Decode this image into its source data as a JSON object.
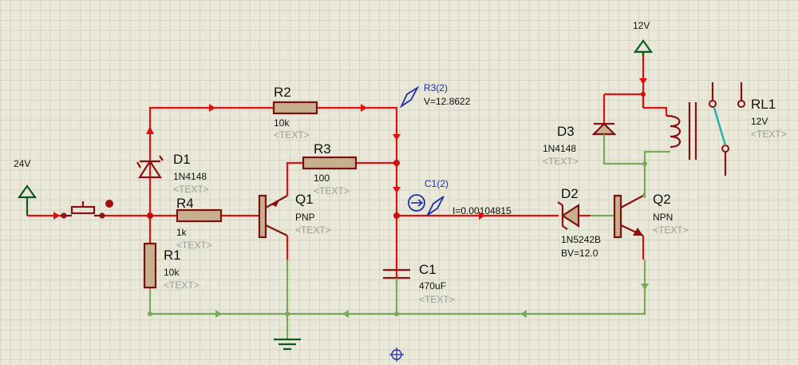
{
  "components": {
    "source24": {
      "label": "24V"
    },
    "source12": {
      "label": "12V"
    },
    "R2": {
      "ref": "R2",
      "value": "10k",
      "text": "<TEXT>"
    },
    "R3": {
      "ref": "R3",
      "value": "100",
      "text": "<TEXT>"
    },
    "R4": {
      "ref": "R4",
      "value": "1k",
      "text": "<TEXT>"
    },
    "R1": {
      "ref": "R1",
      "value": "10k",
      "text": "<TEXT>"
    },
    "D1": {
      "ref": "D1",
      "value": "1N4148",
      "text": "<TEXT>"
    },
    "D2": {
      "ref": "D2",
      "value": "1N5242B",
      "value2": "BV=12.0"
    },
    "D3": {
      "ref": "D3",
      "value": "1N4148",
      "text": "<TEXT>"
    },
    "Q1": {
      "ref": "Q1",
      "value": "PNP",
      "text": "<TEXT>"
    },
    "Q2": {
      "ref": "Q2",
      "value": "NPN",
      "text": "<TEXT>"
    },
    "C1": {
      "ref": "C1",
      "value": "470uF",
      "text": "<TEXT>"
    },
    "RL1": {
      "ref": "RL1",
      "value": "12V",
      "text": "<TEXT>"
    }
  },
  "probes": {
    "voltage": {
      "name": "R3(2)",
      "reading": "V=12.8622"
    },
    "current": {
      "name": "C1(2)",
      "reading": "I=0.00104815"
    }
  },
  "colors": {
    "live_wire": "#e01010",
    "ground_wire": "#79a95a",
    "terminal": "#0b5a1a",
    "probe": "#1f2fa8"
  }
}
